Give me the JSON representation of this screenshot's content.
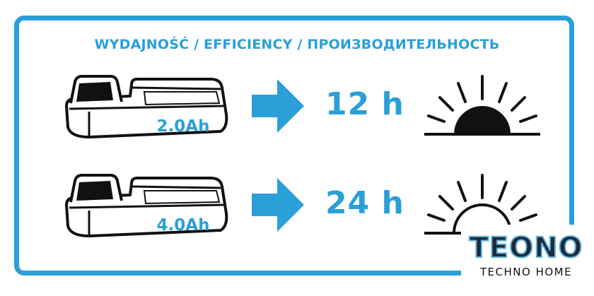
{
  "heading": "WYDAJNOŚĆ / EFFICIENCY / ПРОИЗВОДИТЕЛЬНОСТЬ",
  "rows": [
    {
      "battery_capacity": "2.0Ah",
      "runtime": "12 h",
      "sun_icon": "sunrise-icon"
    },
    {
      "battery_capacity": "4.0Ah",
      "runtime": "24 h",
      "sun_icon": "sunset-icon"
    }
  ],
  "logo": {
    "mark": "TEONO",
    "tagline": "TECHNO HOME"
  },
  "colors": {
    "accent": "#2a9fd8",
    "ink": "#111111",
    "background": "#ffffff"
  }
}
